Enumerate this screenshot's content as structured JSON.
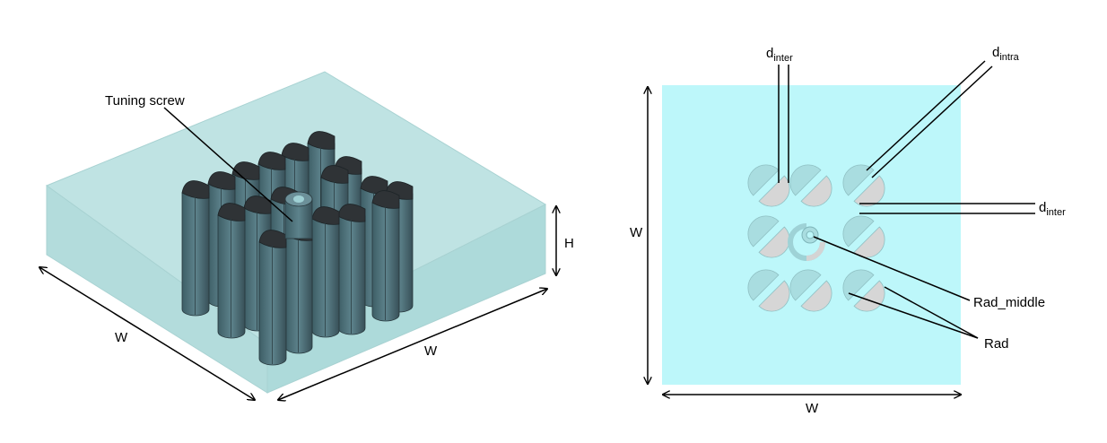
{
  "labels": {
    "tuning_screw": "Tuning screw",
    "W": "W",
    "H": "H",
    "d": "d",
    "inter": "inter",
    "intra": "intra",
    "rad_middle": "Rad_middle",
    "rad": "Rad"
  },
  "colors": {
    "substrate_3d": "#b9e0e0",
    "substrate_top": "#bdf7fa",
    "hole_cyan": "#a9dde0",
    "hole_grey": "#d6d6d6",
    "post_body": "#476b74",
    "post_top": "#2f3336"
  }
}
